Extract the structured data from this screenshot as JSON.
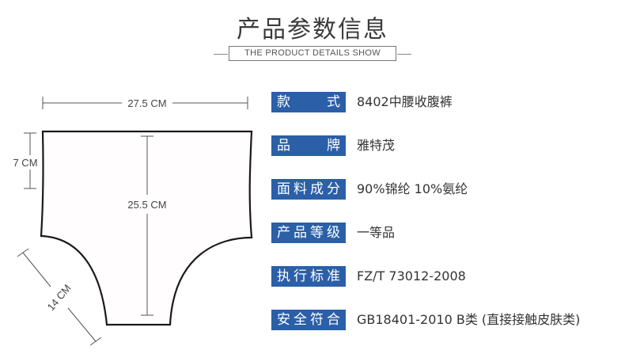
{
  "header": {
    "title": "产品参数信息",
    "subtitle": "THE PRODUCT DETAILS SHOW"
  },
  "diagram": {
    "waist_width": "27.5 CM",
    "height": "25.5 CM",
    "waistband": "7 CM",
    "leg_opening": "14 CM"
  },
  "specs": [
    {
      "label": "款式",
      "value": "8402中腰收腹裤"
    },
    {
      "label": "品牌",
      "value": "雅特茂"
    },
    {
      "label": "面料成分",
      "value": "90%锦纶 10%氨纶"
    },
    {
      "label": "产品等级",
      "value": "一等品"
    },
    {
      "label": "执行标准",
      "value": "FZ/T 73012-2008"
    },
    {
      "label": "安全符合",
      "value": "GB18401-2010 B类 (直接接触皮肤类)"
    }
  ],
  "colors": {
    "label_bg": "#2b5fa8",
    "outline": "#1a1a1a"
  }
}
